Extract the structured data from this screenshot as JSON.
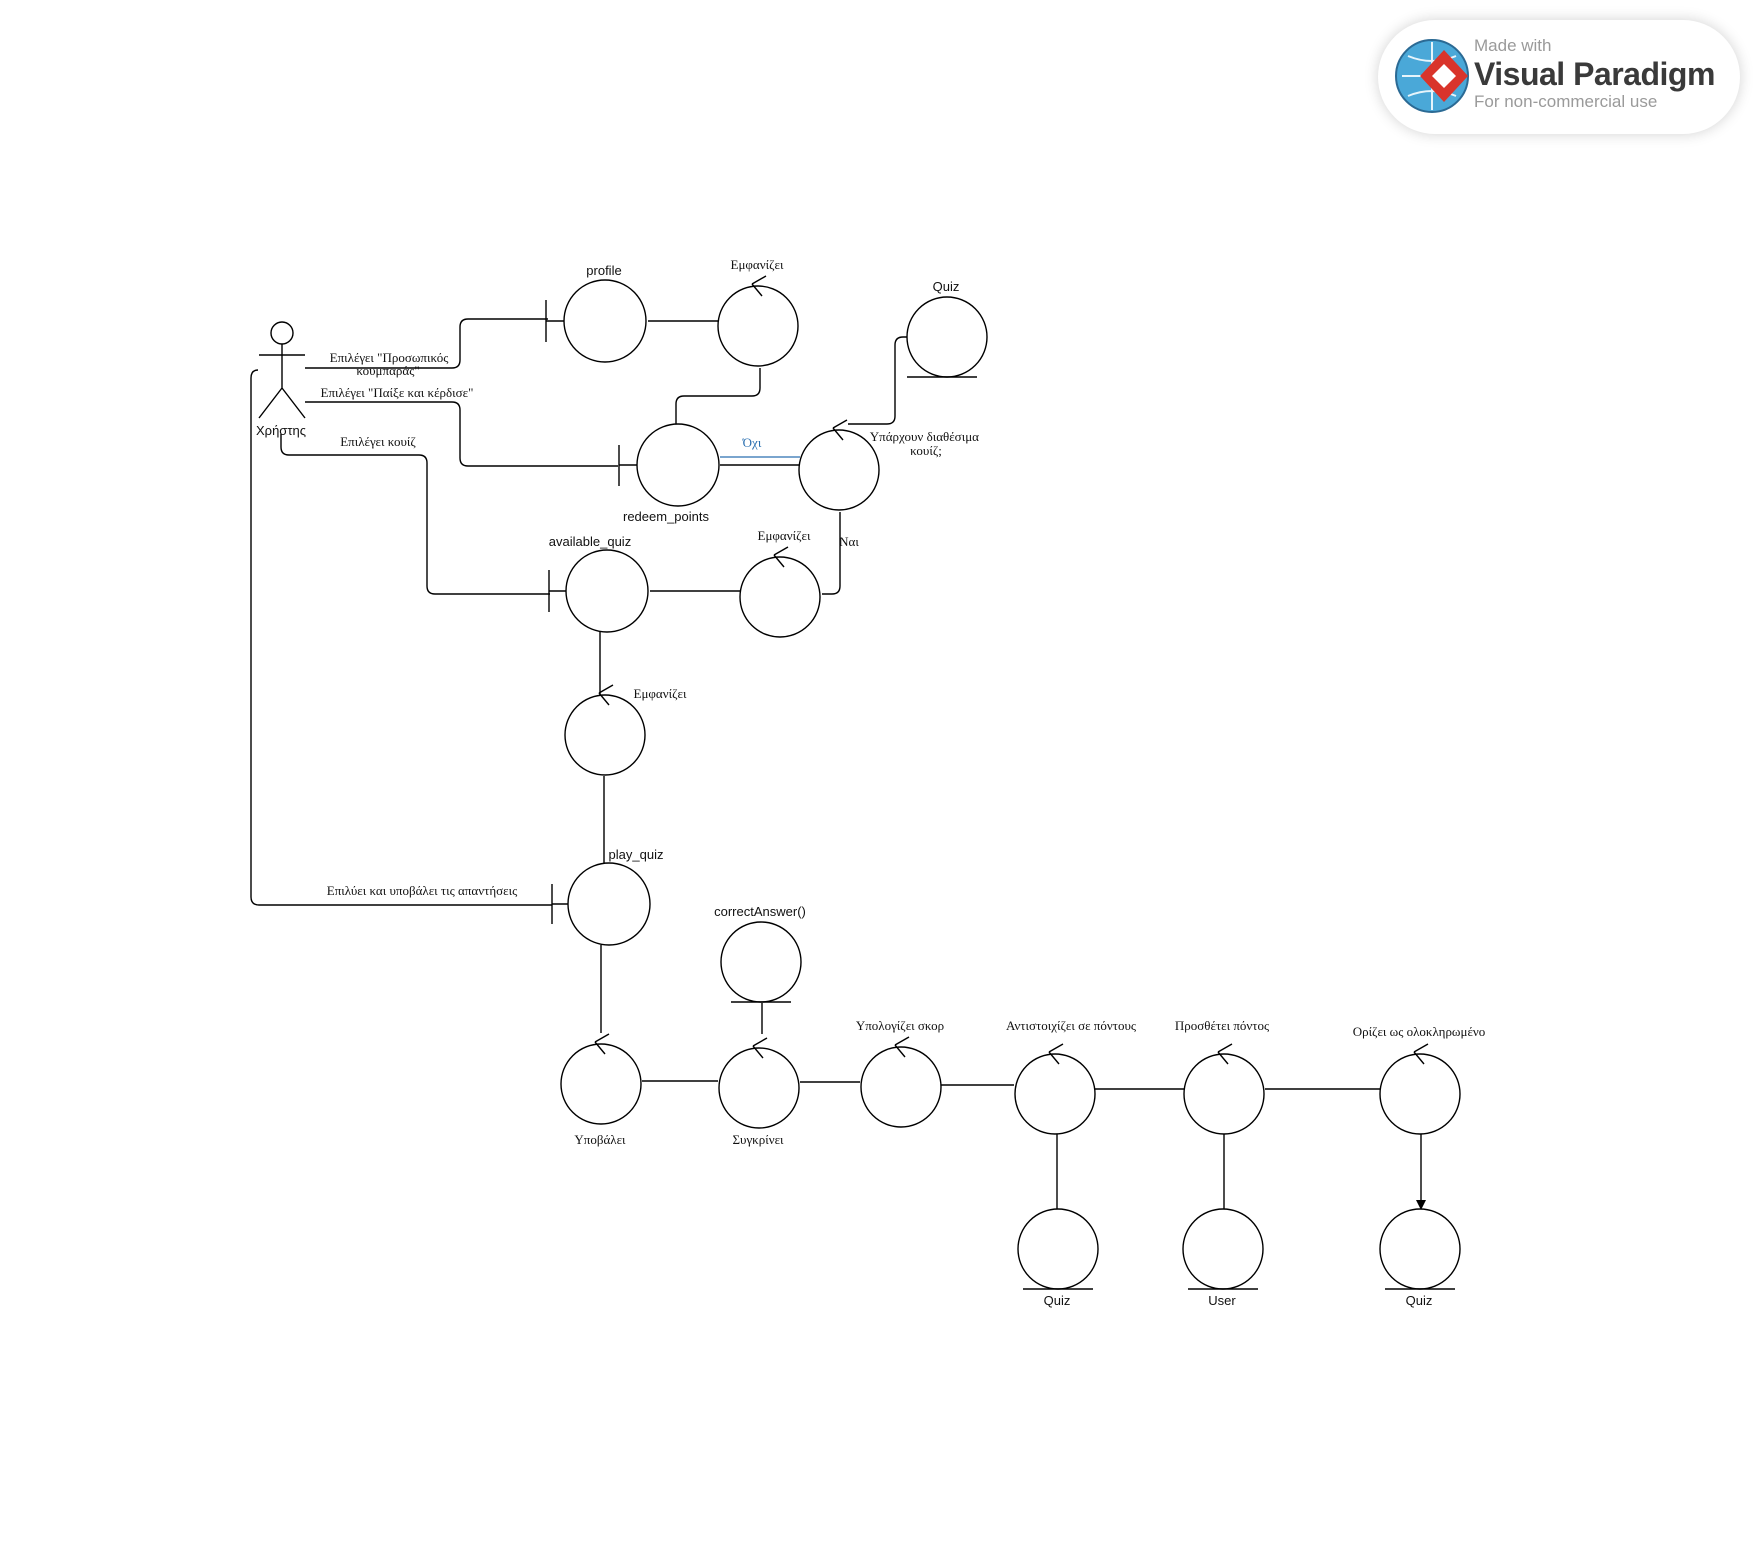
{
  "watermark": {
    "made": "Made with",
    "brand": "Visual Paradigm",
    "sub": "For non-commercial use"
  },
  "actor": {
    "name": "Χρήστης"
  },
  "elements": {
    "profile": "profile",
    "ctrl_show_1": "Εμφανίζει",
    "quiz_entity_top": "Quiz",
    "redeem_points": "redeem_points",
    "ctrl_available": "Υπάρχουν διαθέσιμα κουίζ;",
    "available_quiz": "available_quiz",
    "ctrl_show_2": "Εμφανίζει",
    "ctrl_show_3": "Εμφανίζει",
    "play_quiz": "play_quiz",
    "correct_answer": "correctAnswer()",
    "ctrl_submit": "Υποβάλει",
    "ctrl_compare": "Συγκρίνει",
    "ctrl_score": "Υπολογίζει σκορ",
    "ctrl_map": "Αντιστοιχίζει σε πόντους",
    "ctrl_add": "Προσθέτει πόντος",
    "ctrl_complete": "Ορίζει ως ολοκληρωμένο",
    "entity_quiz_1": "Quiz",
    "entity_user": "User",
    "entity_quiz_2": "Quiz"
  },
  "links": {
    "select_piggy_1": "Επιλέγει \"Προσωπικός",
    "select_piggy_2": "κουμπαράς\"",
    "select_play": "Επιλέγει \"Παίξε και κέρδισε\"",
    "select_quiz": "Επιλέγει κουίζ",
    "no": "Όχι",
    "yes": "Ναι",
    "solve_submit": "Επιλύει και υποβάλει τις απαντήσεις"
  },
  "colors": {
    "no_link": "#2a6fb0"
  }
}
